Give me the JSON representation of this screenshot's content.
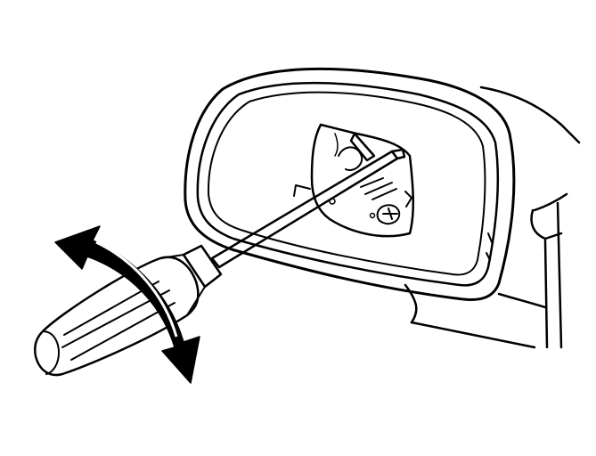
{
  "illustration": {
    "subject": "side-mirror-glass-removal",
    "tool": "flat-blade-screwdriver",
    "motion": "rotate-back-and-forth",
    "line_color": "#000000",
    "background": "#ffffff"
  }
}
